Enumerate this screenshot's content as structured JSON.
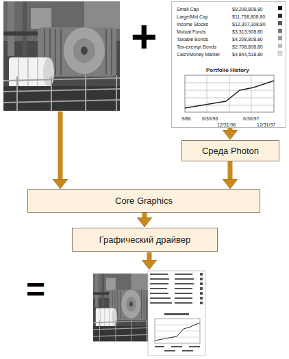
{
  "diagram": {
    "nodes": [
      {
        "text": [
          "Small Cap",
          "$9,208,808.80",
          "Large/Mid Cap",
          "$11,758,808.80",
          "Income Stocks",
          "$12,307,308.80",
          "Mutual Funds",
          "$3,313,908.80",
          "Taxable Bonds",
          "$4,208,808.80",
          "Tax-exempt Bonds",
          "$2,708,808.80",
          "Cash/Money Market",
          "$4,844,518.80",
          "Portfolio History",
          "9/86",
          "6/30/96",
          "6/30/97",
          "12/31/96",
          "12/31/97"
        ]
      },
      {
        "text": [
          "Среда Photon"
        ]
      },
      {
        "text": [
          "Core Graphics"
        ]
      },
      {
        "text": [
          "Графический драйвер"
        ]
      }
    ],
    "edges": [
      {
        "from": 0,
        "to": 1,
        "arrow": "to"
      },
      {
        "from": 1,
        "to": 2,
        "arrow": "to"
      },
      {
        "from": 2,
        "to": 3,
        "arrow": "to"
      }
    ],
    "labels": [
      "+",
      "="
    ]
  }
}
